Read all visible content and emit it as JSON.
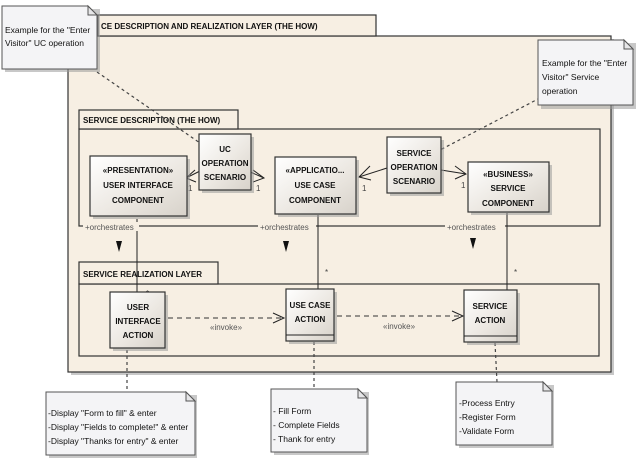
{
  "outer_frame": {
    "title": "CE DESCRIPTION AND REALIZATION LAYER (THE HOW)"
  },
  "service_description_frame": {
    "title": "SERVICE DESCRIPTION (THE HOW)"
  },
  "service_realization_frame": {
    "title": "SERVICE REALIZATION LAYER"
  },
  "notes": {
    "uc_example": {
      "lines": [
        "Example for the \"Enter",
        "Visitor\" UC operation"
      ]
    },
    "service_example": {
      "lines": [
        "Example for the \"Enter",
        "Visitor\" Service",
        "operation"
      ]
    },
    "ui_action": {
      "lines": [
        "-Display \"Form to fill\" & enter",
        "-Display \"Fields to complete!\" & enter",
        "-Display \"Thanks for entry\" & enter"
      ]
    },
    "uc_action": {
      "lines": [
        "- Fill Form",
        "- Complete Fields",
        "- Thank for entry"
      ]
    },
    "service_action": {
      "lines": [
        "-Process Entry",
        "-Register Form",
        "-Validate Form"
      ]
    }
  },
  "classes": {
    "presentation": {
      "lines": [
        "«PRESENTATION»",
        "USER INTERFACE",
        "COMPONENT"
      ]
    },
    "uc_operation_scenario": {
      "lines": [
        "UC",
        "OPERATION",
        "SCENARIO"
      ]
    },
    "application": {
      "lines": [
        "«APPLICATIO...",
        "USE CASE",
        "COMPONENT"
      ]
    },
    "service_operation_scenario": {
      "lines": [
        "SERVICE",
        "OPERATION",
        "SCENARIO"
      ]
    },
    "business": {
      "lines": [
        "«BUSINESS»",
        "SERVICE",
        "COMPONENT"
      ]
    },
    "ui_action": {
      "lines": [
        "USER",
        "INTERFACE",
        "ACTION"
      ]
    },
    "uc_action": {
      "lines": [
        "USE CASE",
        "ACTION"
      ]
    },
    "service_action": {
      "lines": [
        "SERVICE",
        "ACTION"
      ]
    }
  },
  "labels": {
    "orchestrates": "+orchestrates",
    "invoke": "«invoke»",
    "multiplicity_one": "1",
    "multiplicity_many": "*"
  }
}
